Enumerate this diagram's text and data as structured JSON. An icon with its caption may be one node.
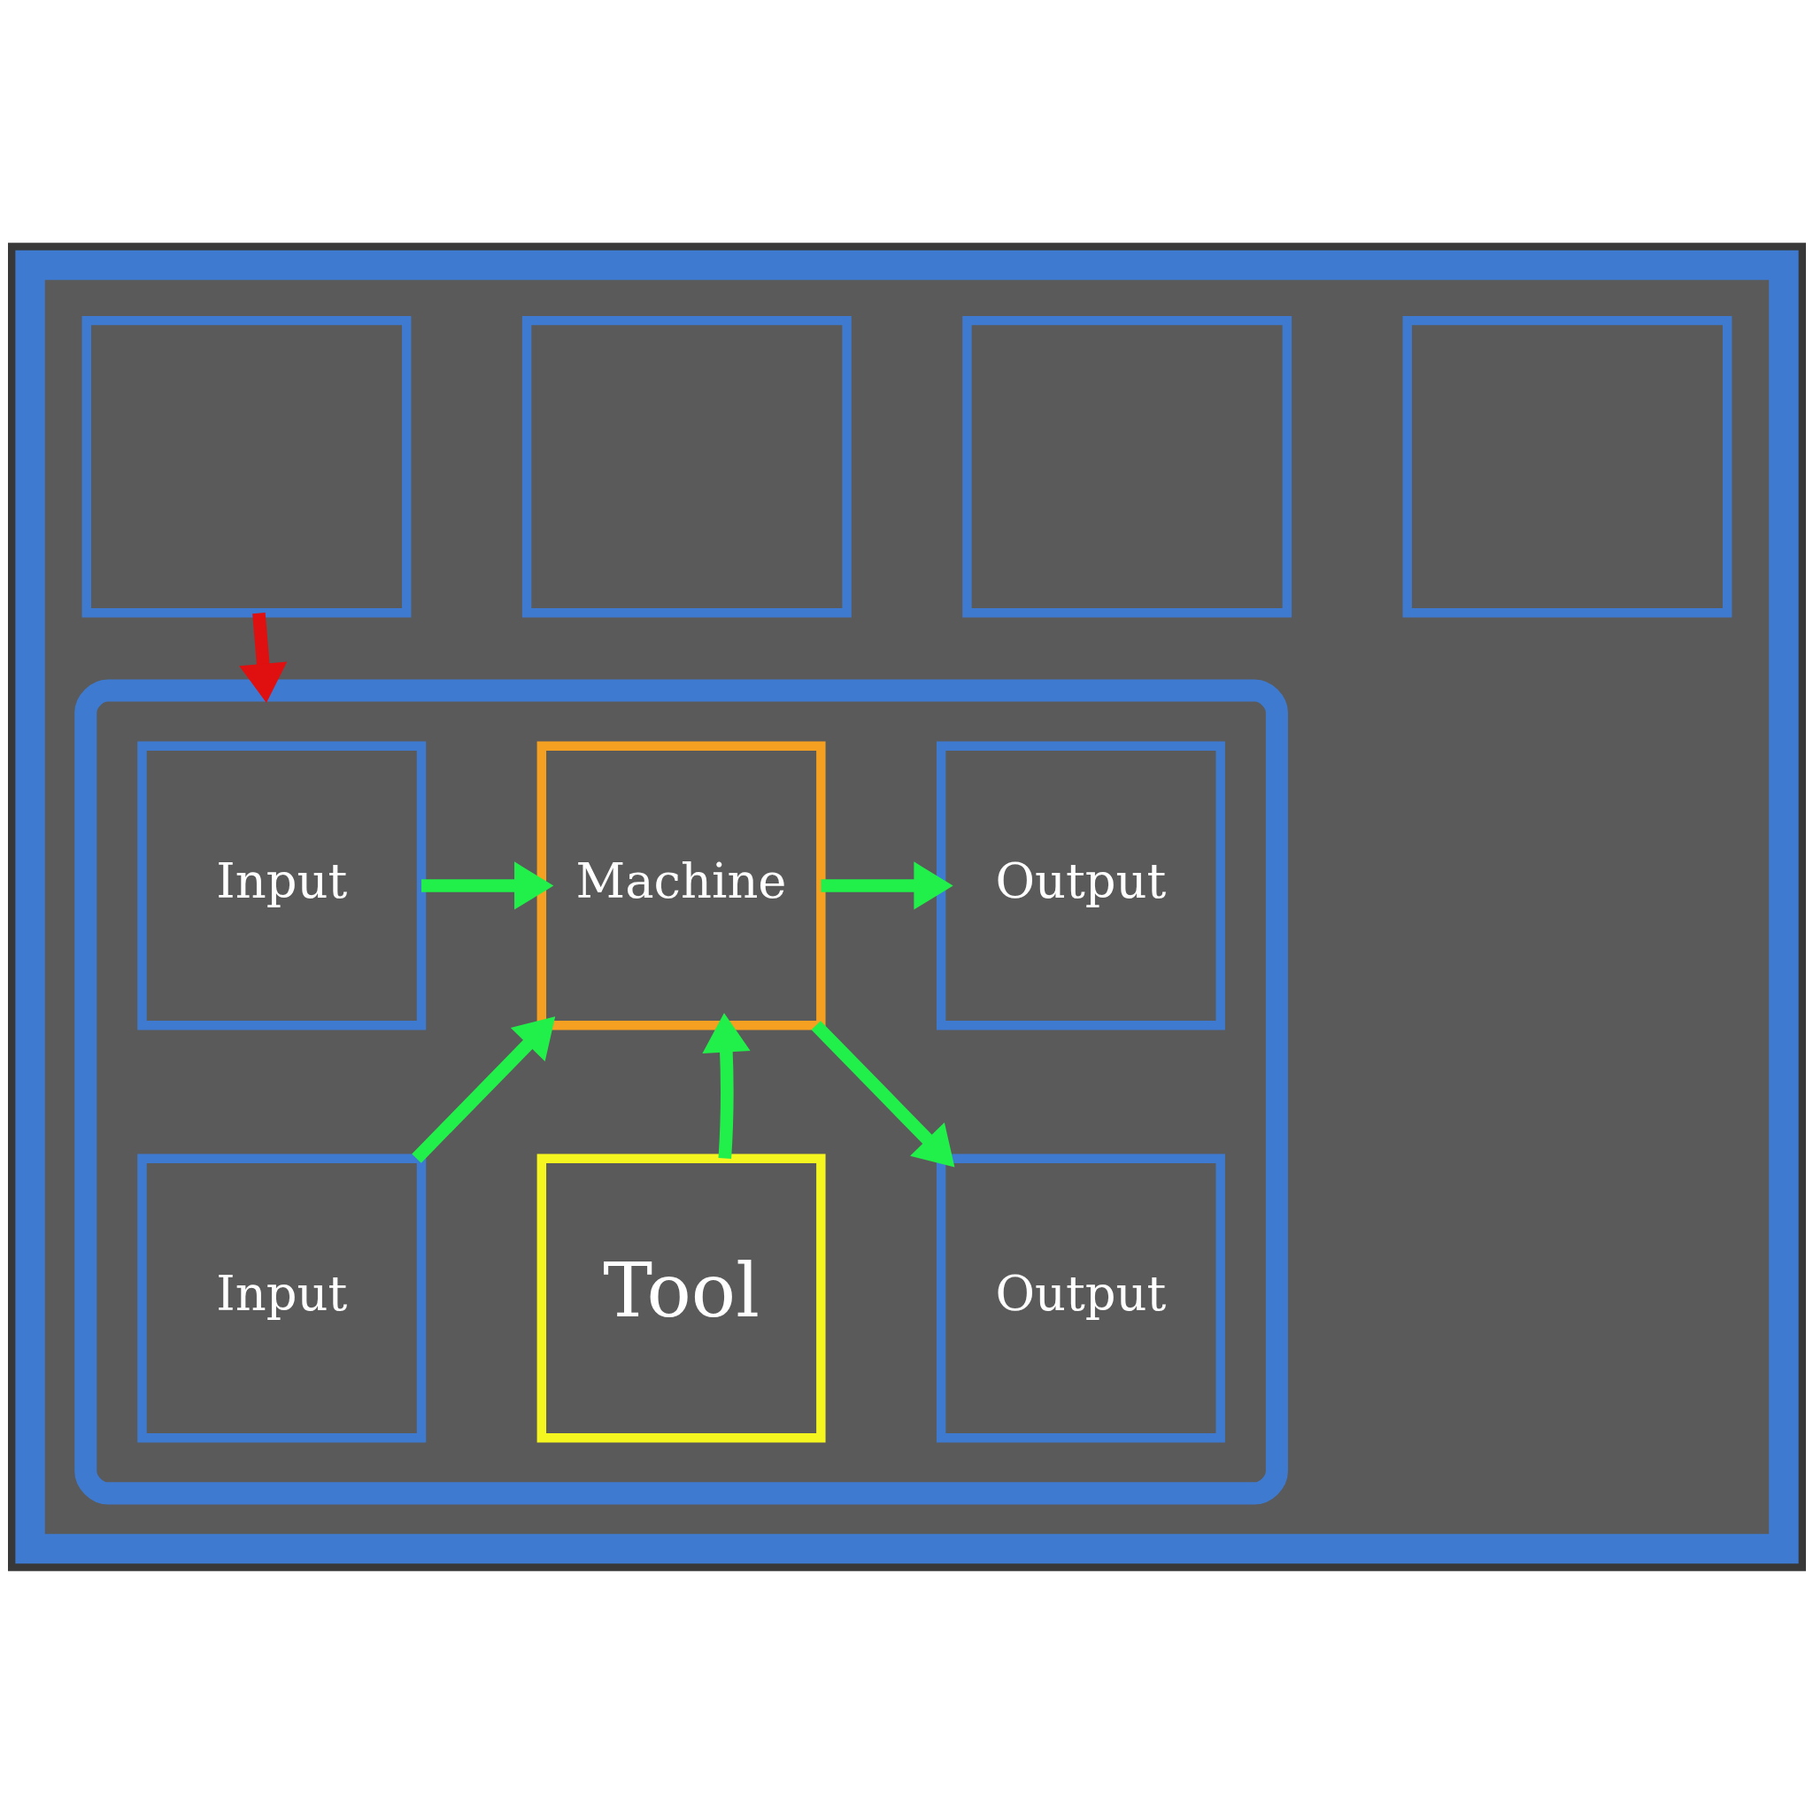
{
  "diagram": {
    "nodes": [
      {
        "text": [],
        "shape": "box"
      },
      {
        "text": [],
        "shape": "box",
        "in": 0
      },
      {
        "text": [],
        "shape": "box",
        "in": 0
      },
      {
        "text": [],
        "shape": "box",
        "in": 0
      },
      {
        "text": [],
        "shape": "box",
        "in": 0
      },
      {
        "text": [],
        "shape": "box",
        "in": 0
      },
      {
        "text": [
          "Input"
        ],
        "in": 5
      },
      {
        "text": [
          "Machine"
        ],
        "in": 5
      },
      {
        "text": [
          "Output"
        ],
        "in": 5
      },
      {
        "text": [
          "Input"
        ],
        "in": 5
      },
      {
        "text": [
          "Tool"
        ],
        "in": 5
      },
      {
        "text": [
          "Output"
        ],
        "in": 5
      }
    ],
    "edges": [
      {
        "from": 1,
        "to": 5,
        "arrow": "to",
        "color": "#e01010"
      },
      {
        "from": 6,
        "to": 7,
        "arrow": "to"
      },
      {
        "from": 7,
        "to": 8,
        "arrow": "to"
      },
      {
        "from": 9,
        "to": 7,
        "arrow": "to"
      },
      {
        "from": 10,
        "to": 7,
        "arrow": "to"
      },
      {
        "from": 7,
        "to": 11,
        "arrow": "to"
      }
    ]
  }
}
